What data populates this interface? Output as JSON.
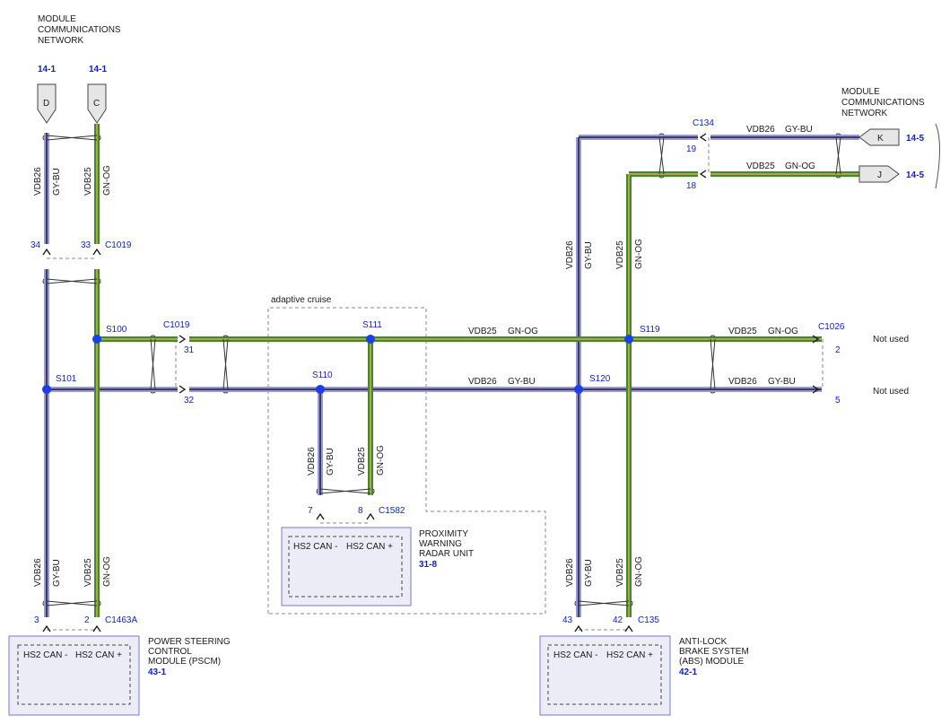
{
  "network_left": {
    "title_lines": [
      "MODULE",
      "COMMUNICATIONS",
      "NETWORK"
    ],
    "refs": [
      "14-1",
      "14-1"
    ],
    "flags": [
      "D",
      "C"
    ]
  },
  "network_right": {
    "title_lines": [
      "MODULE",
      "COMMUNICATIONS",
      "NETWORK"
    ],
    "refs": [
      "14-5",
      "14-5"
    ],
    "flags": [
      "K",
      "J"
    ]
  },
  "circuits": {
    "gy_circuit": "VDB26",
    "gy_color": "GY-BU",
    "gn_circuit": "VDB25",
    "gn_color": "GN-OG"
  },
  "connectors": {
    "c1019": "C1019",
    "c1019_pins_top": [
      "34",
      "33"
    ],
    "c1019_pins_side": [
      "31",
      "32"
    ],
    "c134": "C134",
    "c134_pins": [
      "19",
      "18"
    ],
    "c1026": "C1026",
    "c1026_pins": [
      "2",
      "5"
    ],
    "c1582": "C1582",
    "c1582_pins": [
      "7",
      "8"
    ],
    "c1463a": "C1463A",
    "c1463a_pins": [
      "3",
      "2"
    ],
    "c135": "C135",
    "c135_pins": [
      "43",
      "42"
    ]
  },
  "splices": [
    "S100",
    "S101",
    "S111",
    "S110",
    "S119",
    "S120"
  ],
  "not_used": [
    "Not used",
    "Not used"
  ],
  "adaptive_label": "adaptive cruise",
  "pin_labels": {
    "neg": "HS2 CAN -",
    "pos": "HS2 CAN +"
  },
  "modules": {
    "pscm": {
      "lines": [
        "POWER STEERING",
        "CONTROL",
        "MODULE (PSCM)"
      ],
      "ref": "43-1"
    },
    "radar": {
      "lines": [
        "PROXIMITY",
        "WARNING",
        "RADAR UNIT"
      ],
      "ref": "31-8"
    },
    "abs": {
      "lines": [
        "ANTI-LOCK",
        "BRAKE SYSTEM",
        "(ABS) MODULE"
      ],
      "ref": "42-1"
    }
  },
  "colors": {
    "gy_bu_wire": "#9a9ad2",
    "gn_og_wire": "#3c8c28",
    "splice": "#1a3ee8",
    "reference_text": "#0a1fd6"
  }
}
